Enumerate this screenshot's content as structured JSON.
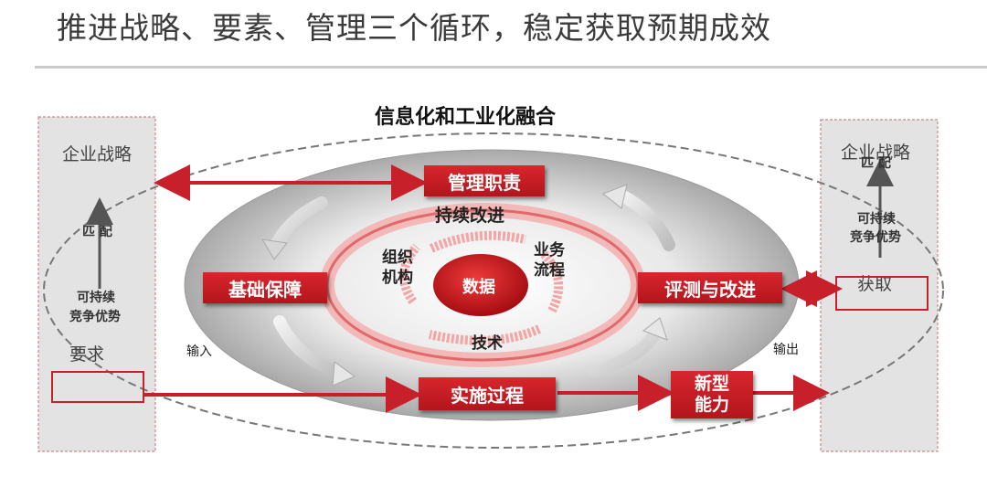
{
  "page": {
    "title": "推进战略、要素、管理三个循环，稳定获取预期成效",
    "integration_title": "信息化和工业化融合"
  },
  "left_panel": {
    "strategy": "企业战略",
    "match": "匹  配",
    "advantage_line1": "可持续",
    "advantage_line2": "竞争优势",
    "requirement": "要求"
  },
  "right_panel": {
    "strategy": "企业战略",
    "match": "匹  配",
    "advantage_line1": "可持续",
    "advantage_line2": "竞争优势",
    "acquire": "获取"
  },
  "flow_labels": {
    "input": "输入",
    "output": "输出"
  },
  "boxes": {
    "management": "管理职责",
    "foundation": "基础保障",
    "evaluation": "评测与改进",
    "implementation": "实施过程",
    "new_capability_line1": "新型",
    "new_capability_line2": "能力"
  },
  "core": {
    "data": "数据",
    "continuous": "持续改进",
    "org_line1": "组织",
    "org_line2": "机构",
    "business_line1": "业务",
    "business_line2": "流程",
    "tech": "技术"
  },
  "colors": {
    "accent_red": "#c8202a",
    "panel_gray": "#e3e3e3",
    "text_gray": "#3b3b3b"
  }
}
